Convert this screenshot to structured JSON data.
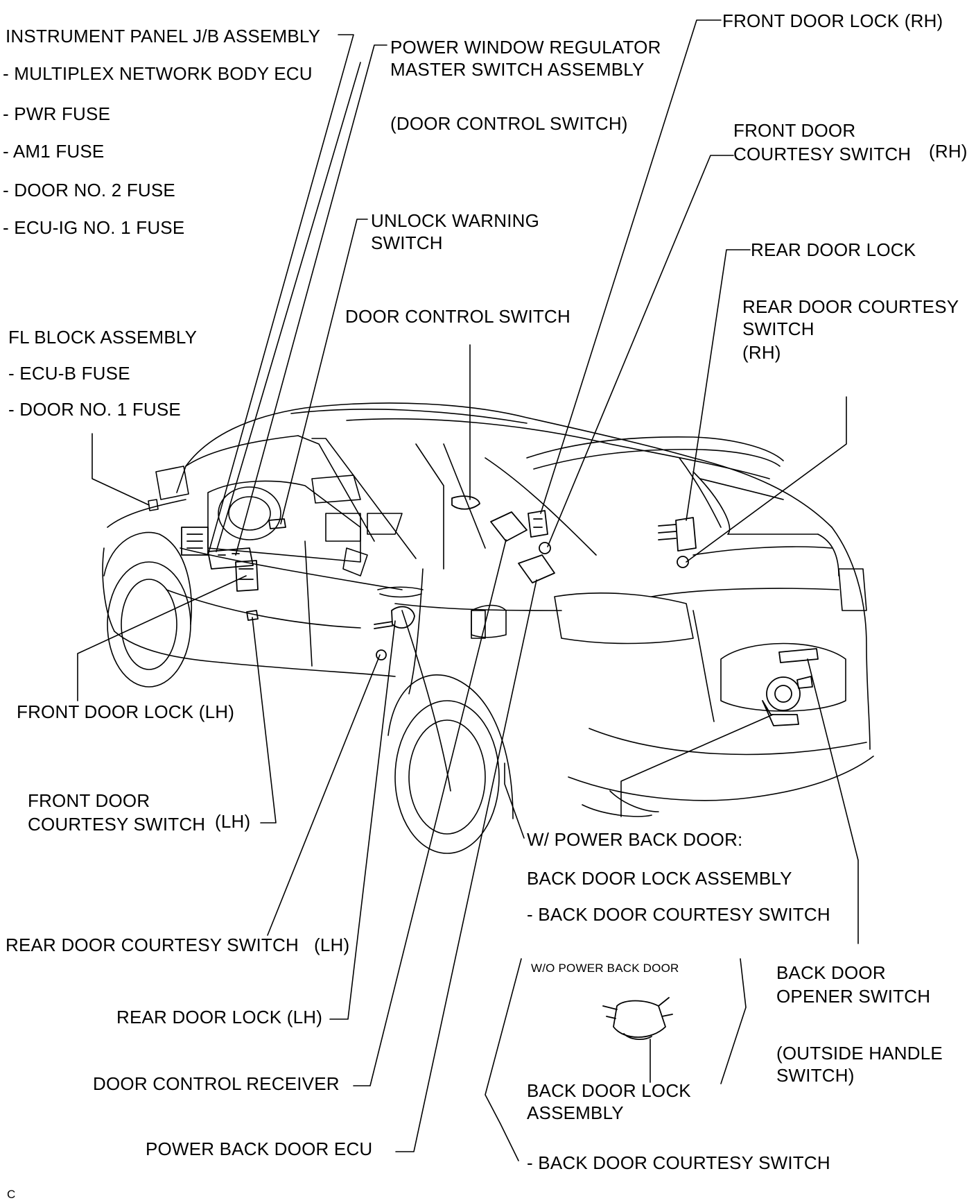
{
  "labels": {
    "instrument_panel_jb": "INSTRUMENT PANEL J/B ASSEMBLY",
    "multiplex_body_ecu": "- MULTIPLEX NETWORK BODY ECU",
    "pwr_fuse": "- PWR FUSE",
    "am1_fuse": "- AM1 FUSE",
    "door_no2_fuse": "- DOOR NO. 2 FUSE",
    "ecu_ig_no1_fuse": "- ECU-IG NO. 1 FUSE",
    "pw_regulator_1": "POWER WINDOW REGULATOR",
    "pw_regulator_2": "MASTER SWITCH ASSEMBLY",
    "door_control_switch_paren": "(DOOR CONTROL SWITCH)",
    "front_door_lock_rh": "FRONT DOOR LOCK (RH)",
    "front_courtesy_rh_1": "FRONT DOOR",
    "front_courtesy_rh_2": "COURTESY SWITCH",
    "front_courtesy_rh_side": "(RH)",
    "unlock_warning_1": "UNLOCK WARNING",
    "unlock_warning_2": "SWITCH",
    "rear_door_lock": "REAR DOOR LOCK",
    "rear_courtesy_rh_1": "REAR DOOR COURTESY",
    "rear_courtesy_rh_2": "SWITCH",
    "rear_courtesy_rh_3": "(RH)",
    "door_control_switch": "DOOR CONTROL SWITCH",
    "fl_block": "FL BLOCK ASSEMBLY",
    "ecu_b_fuse": "- ECU-B FUSE",
    "door_no1_fuse": "- DOOR NO. 1 FUSE",
    "front_door_lock_lh": "FRONT DOOR LOCK (LH)",
    "front_courtesy_lh_1": "FRONT DOOR",
    "front_courtesy_lh_2": "COURTESY SWITCH",
    "front_courtesy_lh_side": "(LH)",
    "w_power_back_door": "W/ POWER BACK DOOR:",
    "back_door_lock_assy": "BACK DOOR LOCK ASSEMBLY",
    "back_door_courtesy_1": "- BACK DOOR COURTESY SWITCH",
    "rear_courtesy_lh": "REAR DOOR COURTESY SWITCH",
    "rear_courtesy_lh_side": "(LH)",
    "wo_power_back_door": "W/O POWER BACK DOOR",
    "back_door_opener_1": "BACK DOOR",
    "back_door_opener_2": "OPENER SWITCH",
    "outside_handle_1": "(OUTSIDE HANDLE",
    "outside_handle_2": "SWITCH)",
    "rear_door_lock_lh": "REAR DOOR LOCK (LH)",
    "door_control_receiver": "DOOR CONTROL RECEIVER",
    "back_door_lock_2_1": "BACK DOOR LOCK",
    "back_door_lock_2_2": "ASSEMBLY",
    "power_back_door_ecu": "POWER BACK DOOR ECU",
    "back_door_courtesy_2": "-  BACK DOOR COURTESY SWITCH",
    "corner_code": "C"
  },
  "colors": {
    "ink": "#000000",
    "paper": "#ffffff"
  }
}
